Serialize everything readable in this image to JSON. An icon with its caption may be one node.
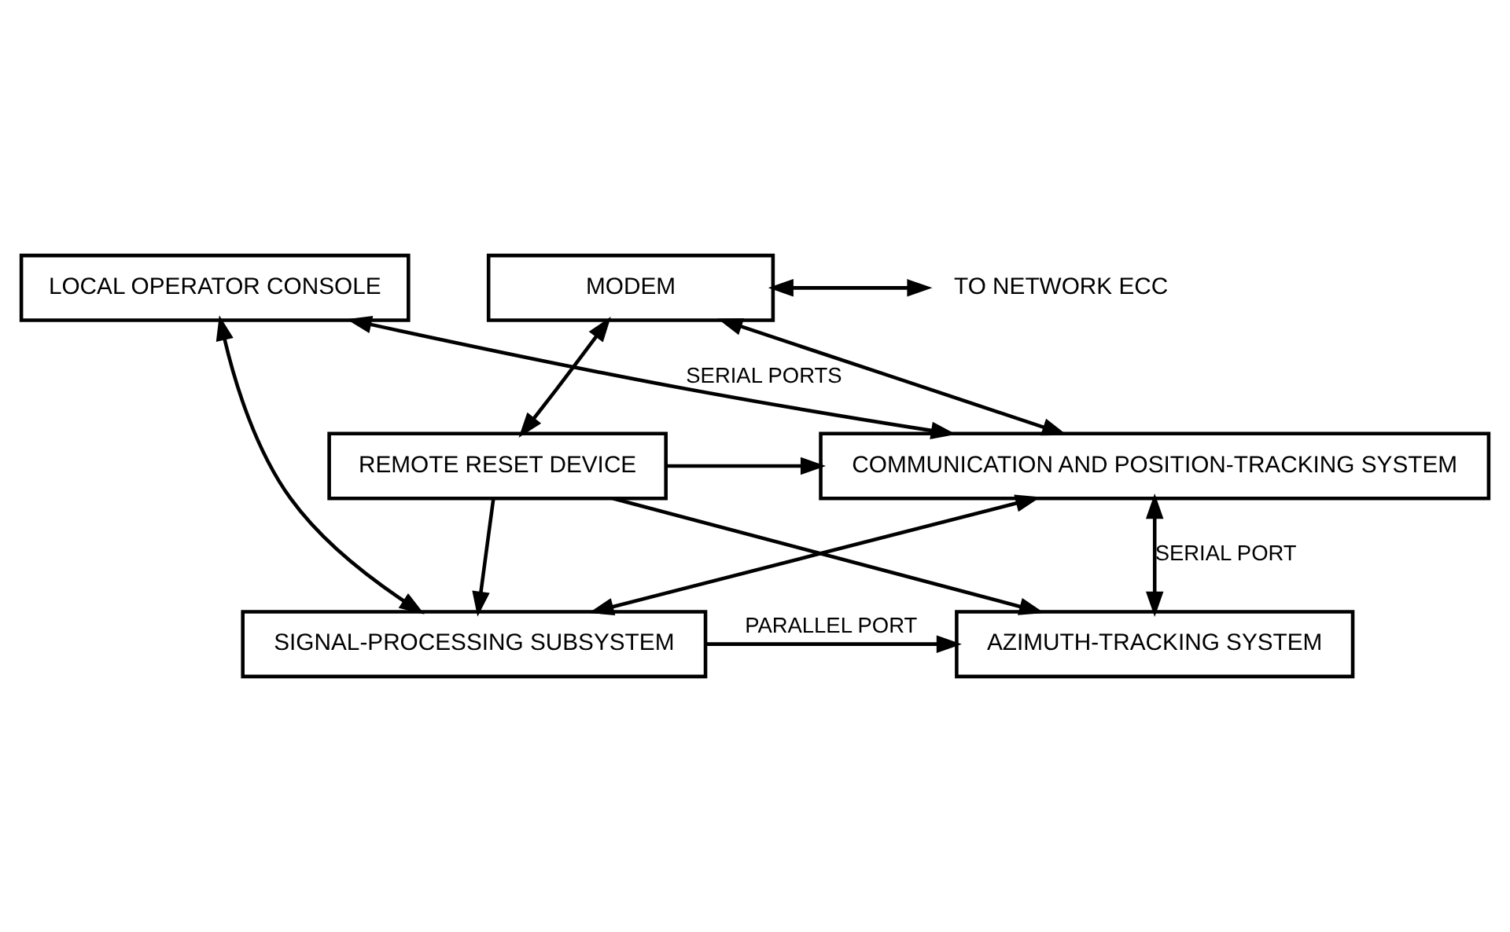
{
  "diagram": {
    "nodes": [
      {
        "text": [
          "MODEM"
        ]
      },
      {
        "text": [
          "TO NETWORK ECC"
        ]
      },
      {
        "text": [
          "LOCAL OPERATOR CONSOLE"
        ]
      },
      {
        "text": [
          "REMOTE RESET DEVICE"
        ]
      },
      {
        "text": [
          "COMMUNICATION AND POSITION-TRACKING SYSTEM"
        ]
      },
      {
        "text": [
          "AZIMUTH-TRACKING SYSTEM"
        ]
      },
      {
        "text": [
          "SIGNAL-PROCESSING SUBSYSTEM"
        ]
      }
    ],
    "edges": [
      {
        "from": 0,
        "to": 1,
        "arrow": "both"
      },
      {
        "from": 0,
        "to": 3,
        "arrow": "both"
      },
      {
        "from": 0,
        "to": 4,
        "arrow": "both"
      },
      {
        "from": 3,
        "to": 4,
        "arrow": "to"
      },
      {
        "from": 2,
        "to": 4,
        "arrow": "both",
        "label": "SERIAL PORTS"
      },
      {
        "from": 6,
        "to": 4,
        "arrow": "both"
      },
      {
        "from": 2,
        "to": 6,
        "arrow": "both"
      },
      {
        "from": 4,
        "to": 5,
        "arrow": "both",
        "label": "SERIAL PORT"
      },
      {
        "from": 3,
        "to": 5,
        "arrow": "to"
      },
      {
        "from": 6,
        "to": 5,
        "arrow": "to",
        "label": "PARALLEL PORT"
      },
      {
        "from": 3,
        "to": 6,
        "arrow": "to"
      }
    ]
  }
}
